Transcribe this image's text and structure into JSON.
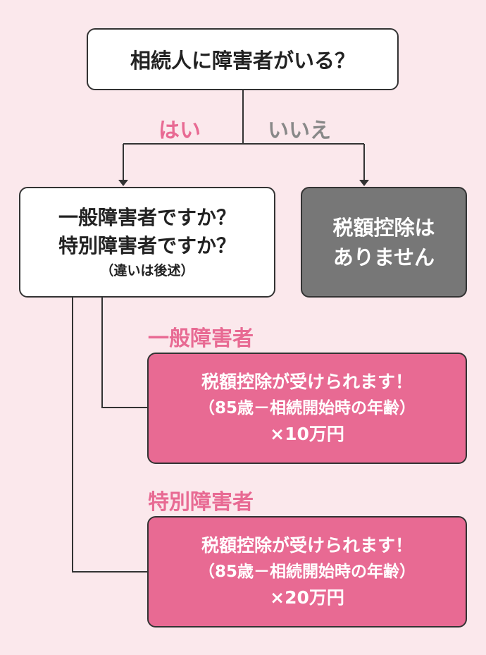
{
  "question": "相続人に障害者がいる？",
  "branch_yes": "はい",
  "branch_no": "いいえ",
  "kind_box": {
    "line1": "一般障害者ですか？",
    "line2": "特別障害者ですか？",
    "note": "（違いは後述）"
  },
  "no_box": {
    "line1": "税額控除は",
    "line2": "ありません"
  },
  "general": {
    "heading": "一般障害者",
    "line1": "税額控除が受けられます！",
    "line2": "（85歳－相続開始時の年齢）",
    "line3": "×10万円"
  },
  "special": {
    "heading": "特別障害者",
    "line1": "税額控除が受けられます！",
    "line2": "（85歳－相続開始時の年齢）",
    "line3": "×20万円"
  },
  "colors": {
    "background": "#fbe8ec",
    "accent": "#e86a93",
    "gray_box": "#777777"
  }
}
